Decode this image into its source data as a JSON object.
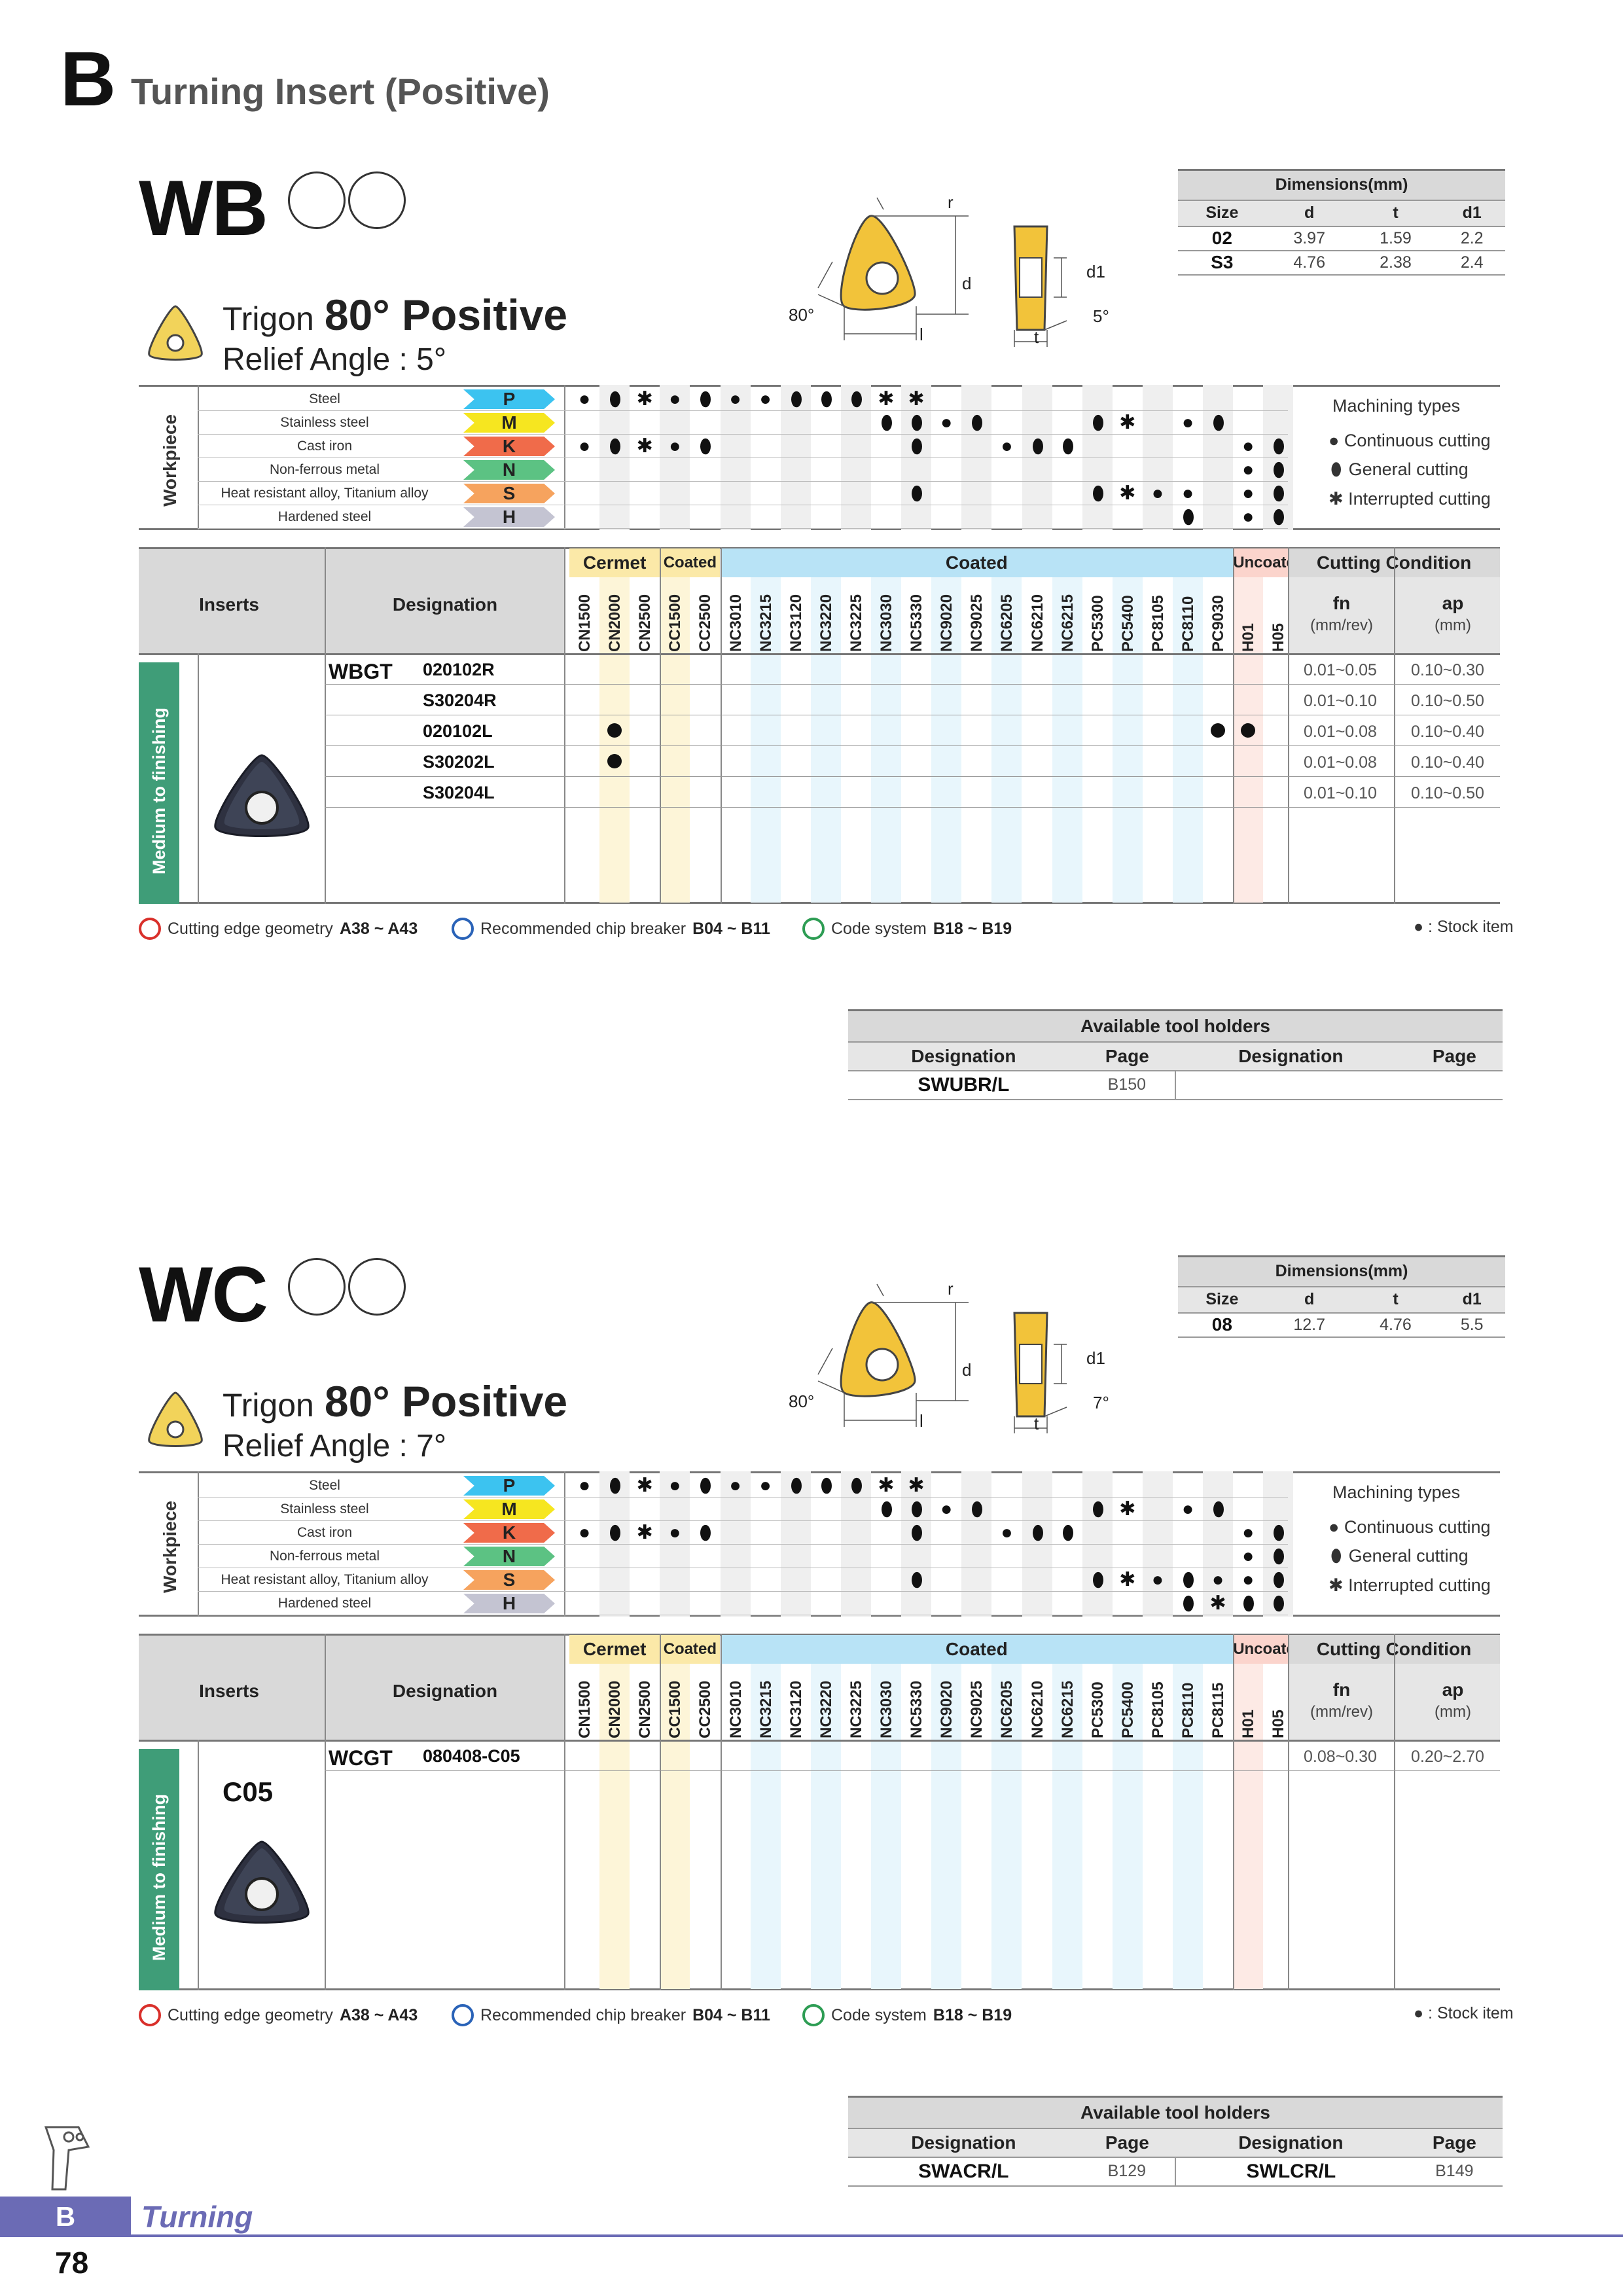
{
  "header": {
    "letter": "B",
    "title": "Turning Insert (Positive)"
  },
  "sections": [
    {
      "series": "WB",
      "shape": "Trigon",
      "angle": "80° Positive",
      "relief": "Relief Angle : 5°",
      "diagram": {
        "r": "r",
        "d": "d",
        "d1": "d1",
        "l": "l",
        "t": "t",
        "angle": "80°",
        "relief": "5°"
      },
      "dims": {
        "title": "Dimensions(mm)",
        "cols": [
          "Size",
          "d",
          "t",
          "d1"
        ],
        "rows": [
          [
            "02",
            "3.97",
            "1.59",
            "2.2"
          ],
          [
            "S3",
            "4.76",
            "2.38",
            "2.4"
          ]
        ]
      },
      "designation_prefix": "WBGT",
      "items": [
        {
          "code": "020102R",
          "fn": "0.01~0.05",
          "ap": "0.10~0.30",
          "marks": []
        },
        {
          "code": "S30204R",
          "fn": "0.01~0.10",
          "ap": "0.10~0.50",
          "marks": []
        },
        {
          "code": "020102L",
          "fn": "0.01~0.08",
          "ap": "0.10~0.40",
          "marks": [
            1,
            21,
            22
          ]
        },
        {
          "code": "S30202L",
          "fn": "0.01~0.08",
          "ap": "0.10~0.40",
          "marks": [
            1
          ]
        },
        {
          "code": "S30204L",
          "fn": "0.01~0.10",
          "ap": "0.10~0.50",
          "marks": []
        }
      ],
      "insert_label": "",
      "holders": {
        "title": "Available tool holders",
        "cols": [
          "Designation",
          "Page",
          "Designation",
          "Page"
        ],
        "rows": [
          [
            "SWUBR/L",
            "B150",
            "",
            ""
          ]
        ]
      }
    },
    {
      "series": "WC",
      "shape": "Trigon",
      "angle": "80° Positive",
      "relief": "Relief Angle : 7°",
      "diagram": {
        "r": "r",
        "d": "d",
        "d1": "d1",
        "l": "l",
        "t": "t",
        "angle": "80°",
        "relief": "7°"
      },
      "dims": {
        "title": "Dimensions(mm)",
        "cols": [
          "Size",
          "d",
          "t",
          "d1"
        ],
        "rows": [
          [
            "08",
            "12.7",
            "4.76",
            "5.5"
          ]
        ]
      },
      "designation_prefix": "WCGT",
      "items": [
        {
          "code": "080408-C05",
          "fn": "0.08~0.30",
          "ap": "0.20~2.70",
          "marks": []
        }
      ],
      "insert_label": "C05",
      "holders": {
        "title": "Available tool holders",
        "cols": [
          "Designation",
          "Page",
          "Designation",
          "Page"
        ],
        "rows": [
          [
            "SWACR/L",
            "B129",
            "SWLCR/L",
            "B149"
          ]
        ]
      }
    }
  ],
  "workpiece": {
    "label": "Workpiece",
    "rows": [
      {
        "name": "Steel",
        "code": "P",
        "color": "#3cc3f0"
      },
      {
        "name": "Stainless steel",
        "code": "M",
        "color": "#f6e620"
      },
      {
        "name": "Cast iron",
        "code": "K",
        "color": "#f06b4a"
      },
      {
        "name": "Non-ferrous metal",
        "code": "N",
        "color": "#5cc283"
      },
      {
        "name": "Heat resistant alloy, Titanium alloy",
        "code": "S",
        "color": "#f6a35e"
      },
      {
        "name": "Hardened steel",
        "code": "H",
        "color": "#c4c4d2"
      }
    ]
  },
  "machining": {
    "title": "Machining types",
    "continuous": "Continuous cutting",
    "general": "General cutting",
    "interrupted": "Interrupted cutting"
  },
  "groups": {
    "cermet": "Cermet",
    "coated_small": "Coated",
    "coated": "Coated",
    "uncoated": "Uncoated",
    "cutting": "Cutting Condition",
    "fn": "fn",
    "fn_unit": "(mm/rev)",
    "ap": "ap",
    "ap_unit": "(mm)"
  },
  "table_headers": {
    "inserts": "Inserts",
    "designation": "Designation",
    "side": "Medium to finishing"
  },
  "grades_a": [
    "CN1500",
    "CN2000",
    "CN2500",
    "CC1500",
    "CC2500",
    "NC3010",
    "NC3215",
    "NC3120",
    "NC3220",
    "NC3225",
    "NC3030",
    "NC5330",
    "NC9020",
    "NC9025",
    "NC6205",
    "NC6210",
    "NC6215",
    "PC5300",
    "PC5400",
    "PC8105",
    "PC8110",
    "PC9030",
    "H01",
    "H05"
  ],
  "grades_b": [
    "CN1500",
    "CN2000",
    "CN2500",
    "CC1500",
    "CC2500",
    "NC3010",
    "NC3215",
    "NC3120",
    "NC3220",
    "NC3225",
    "NC3030",
    "NC5330",
    "NC9020",
    "NC9025",
    "NC6205",
    "NC6210",
    "NC6215",
    "PC5300",
    "PC5400",
    "PC8105",
    "PC8110",
    "PC8115",
    "H01",
    "H05"
  ],
  "footer_refs": {
    "geo": "Cutting edge geometry",
    "geo_ref": "A38 ~ A43",
    "chip": "Recommended chip breaker",
    "chip_ref": "B04 ~ B11",
    "code": "Code system",
    "code_ref": "B18 ~ B19",
    "stock": "● : Stock item"
  },
  "page": {
    "tab": "B",
    "section": "Turning",
    "number": "78"
  }
}
